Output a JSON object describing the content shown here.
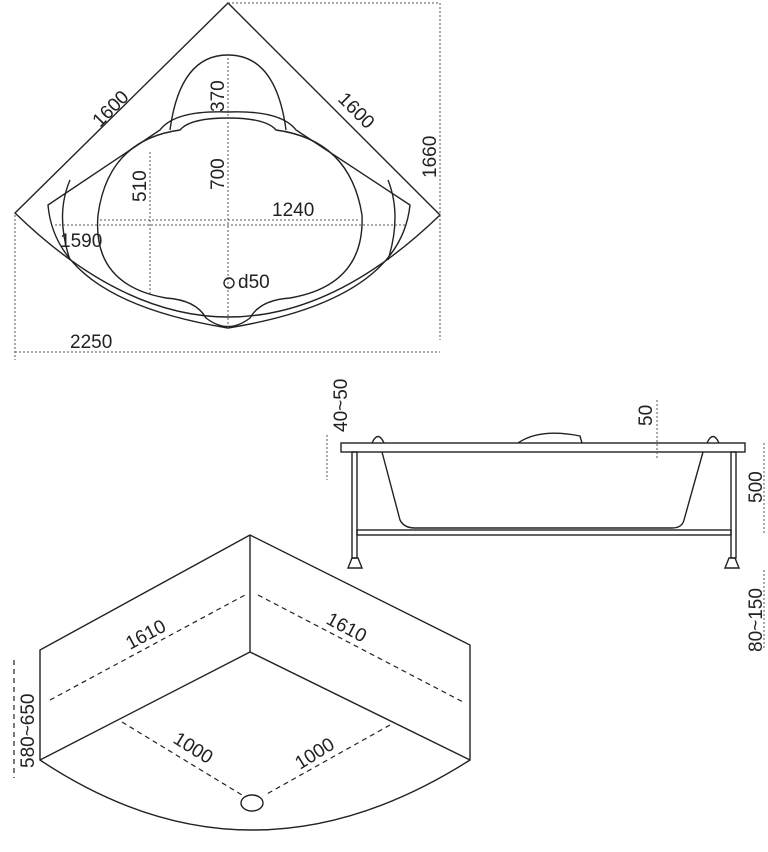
{
  "top_view": {
    "side_a": "1600",
    "side_b": "1600",
    "headrest": "370",
    "inner_depth": "700",
    "inner_width": "1240",
    "side_depth": "510",
    "outer_width": "1590",
    "drain": "d50",
    "total_width": "2250",
    "total_depth": "1660"
  },
  "side_view": {
    "rim": "40~50",
    "headrest_height": "50",
    "depth": "500",
    "legs": "80~150"
  },
  "iso_view": {
    "side_a": "1610",
    "side_b": "1610",
    "floor_a": "1000",
    "floor_b": "1000",
    "height": "580~650"
  }
}
